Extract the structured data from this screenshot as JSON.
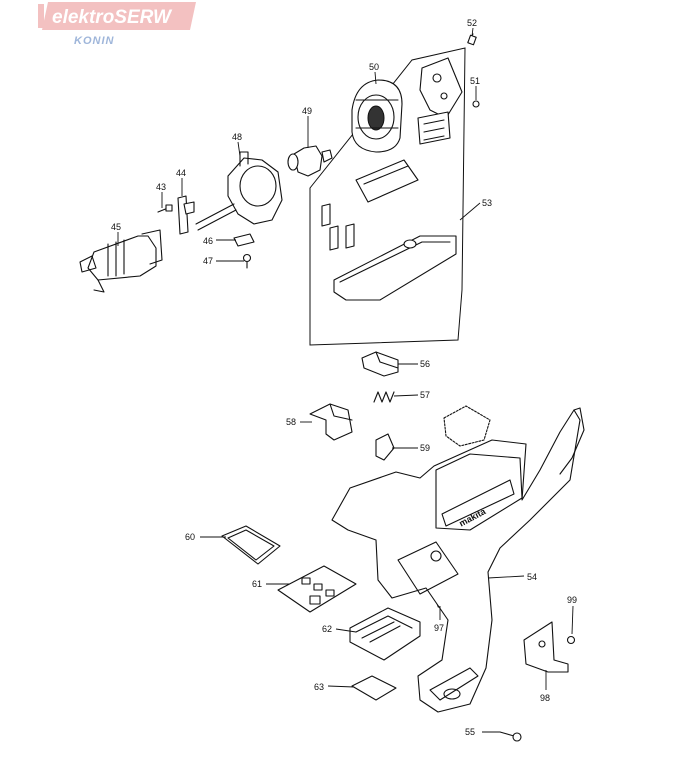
{
  "watermark": {
    "brand": "elektroSERW",
    "city": "KONIN",
    "colors": {
      "bar": "#f3c1c1",
      "text": "#ffffff",
      "city": "#9fb6da"
    }
  },
  "callouts": [
    {
      "id": "c52",
      "label": "52"
    },
    {
      "id": "c50",
      "label": "50"
    },
    {
      "id": "c51",
      "label": "51"
    },
    {
      "id": "c49",
      "label": "49"
    },
    {
      "id": "c48",
      "label": "48"
    },
    {
      "id": "c44",
      "label": "44"
    },
    {
      "id": "c43",
      "label": "43"
    },
    {
      "id": "c45",
      "label": "45"
    },
    {
      "id": "c46",
      "label": "46"
    },
    {
      "id": "c47",
      "label": "47"
    },
    {
      "id": "c53",
      "label": "53"
    },
    {
      "id": "c56",
      "label": "56"
    },
    {
      "id": "c57",
      "label": "57"
    },
    {
      "id": "c58",
      "label": "58"
    },
    {
      "id": "c59",
      "label": "59"
    },
    {
      "id": "c60",
      "label": "60"
    },
    {
      "id": "c61",
      "label": "61"
    },
    {
      "id": "c54",
      "label": "54"
    },
    {
      "id": "c99",
      "label": "99"
    },
    {
      "id": "c62",
      "label": "62"
    },
    {
      "id": "c97",
      "label": "97"
    },
    {
      "id": "c63",
      "label": "63"
    },
    {
      "id": "c98",
      "label": "98"
    },
    {
      "id": "c55",
      "label": "55"
    }
  ],
  "housing_brand": "makita"
}
